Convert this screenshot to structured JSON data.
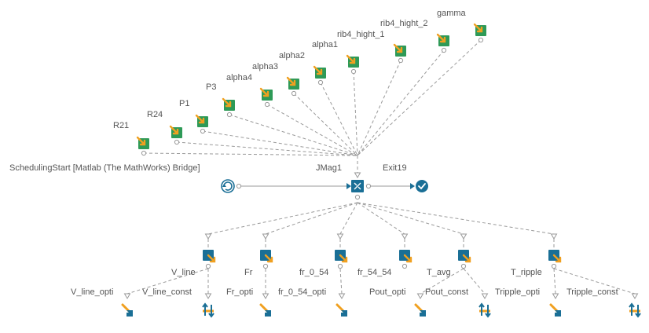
{
  "colors": {
    "edge": "#9a9a9a",
    "label": "#555555",
    "param_green": "#2e9a57",
    "param_arrow": "#f0a020",
    "node_blue": "#1a6f96",
    "output_orange": "#f0a020",
    "check_blue": "#1a6f96",
    "start_blue": "#1a6f96"
  },
  "workflow": {
    "start": {
      "label": "SchedulingStart [Matlab (The MathWorks) Bridge]",
      "icon": "schedule-start-icon"
    },
    "core": {
      "label": "JMag1",
      "icon": "jmag-solver-icon"
    },
    "exit": {
      "label": "Exit19",
      "icon": "check-circle-icon"
    }
  },
  "parameters": [
    {
      "id": "R21",
      "label": "R21"
    },
    {
      "id": "R24",
      "label": "R24"
    },
    {
      "id": "P1",
      "label": "P1"
    },
    {
      "id": "P3",
      "label": "P3"
    },
    {
      "id": "alpha4",
      "label": "alpha4"
    },
    {
      "id": "alpha3",
      "label": "alpha3"
    },
    {
      "id": "alpha2",
      "label": "alpha2"
    },
    {
      "id": "alpha1",
      "label": "alpha1"
    },
    {
      "id": "rib4_hight_1",
      "label": "rib4_hight_1"
    },
    {
      "id": "rib4_hight_2",
      "label": "rib4_hight_2"
    },
    {
      "id": "gamma",
      "label": "gamma"
    }
  ],
  "outputs": [
    {
      "id": "V_line",
      "label": "V_line"
    },
    {
      "id": "Fr",
      "label": "Fr"
    },
    {
      "id": "fr_0_54",
      "label": "fr_0_54"
    },
    {
      "id": "fr_54_54",
      "label": "fr_54_54"
    },
    {
      "id": "T_avg",
      "label": "T_avg"
    },
    {
      "id": "T_ripple",
      "label": "T_ripple"
    }
  ],
  "criteria": [
    {
      "id": "V_line_opti",
      "label": "V_line_opti",
      "kind": "objective"
    },
    {
      "id": "V_line_const",
      "label": "V_line_const",
      "kind": "constraint"
    },
    {
      "id": "Fr_opti",
      "label": "Fr_opti",
      "kind": "objective"
    },
    {
      "id": "fr_0_54_opti",
      "label": "fr_0_54_opti",
      "kind": "objective"
    },
    {
      "id": "Pout_opti",
      "label": "Pout_opti",
      "kind": "objective"
    },
    {
      "id": "Pout_const",
      "label": "Pout_const",
      "kind": "constraint"
    },
    {
      "id": "Tripple_opti",
      "label": "Tripple_opti",
      "kind": "objective"
    },
    {
      "id": "Tripple_const",
      "label": "Tripple_const",
      "kind": "constraint"
    }
  ]
}
